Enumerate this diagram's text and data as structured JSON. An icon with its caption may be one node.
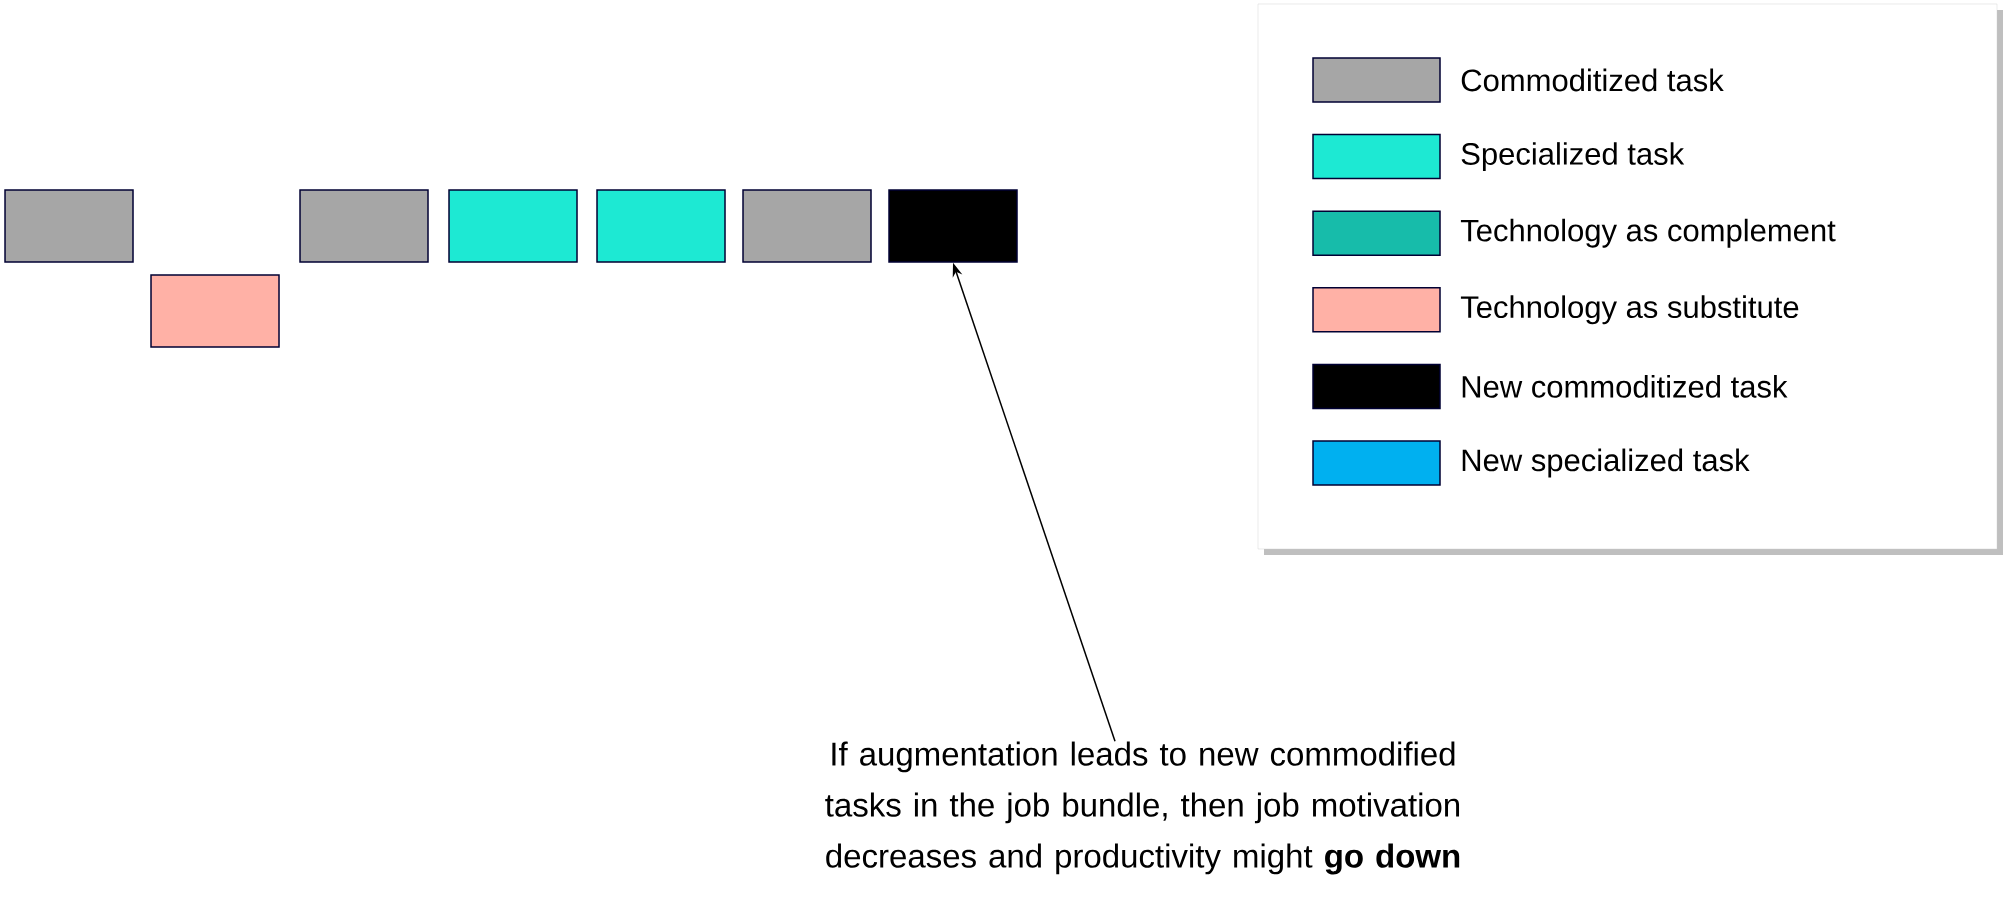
{
  "diagram": {
    "nodes": [
      {
        "text": [],
        "shape": "box"
      },
      {
        "text": [],
        "shape": "box"
      },
      {
        "text": [],
        "shape": "box"
      },
      {
        "text": [],
        "shape": "box"
      },
      {
        "text": [],
        "shape": "box"
      },
      {
        "text": [],
        "shape": "box"
      },
      {
        "text": [],
        "shape": "box"
      },
      {
        "text": [
          "If augmentation leads to new commodified tasks in the job bundle, then job motivation decreases and productivity might **go down**"
        ]
      }
    ],
    "edges": [
      {
        "from": 7,
        "to": 6,
        "arrow": "to"
      }
    ],
    "legend": [
      {
        "text": "Commoditized task",
        "color": "#a6a6a6"
      },
      {
        "text": "Specialized task",
        "color": "#1de9d3"
      },
      {
        "text": "Technology as complement",
        "color": "#17bcaa"
      },
      {
        "text": "Technology as substitute",
        "color": "#ffb1a6"
      },
      {
        "text": "New commoditized task",
        "color": "#000000"
      },
      {
        "text": "New specialized task",
        "color": "#00b0f0"
      }
    ]
  }
}
